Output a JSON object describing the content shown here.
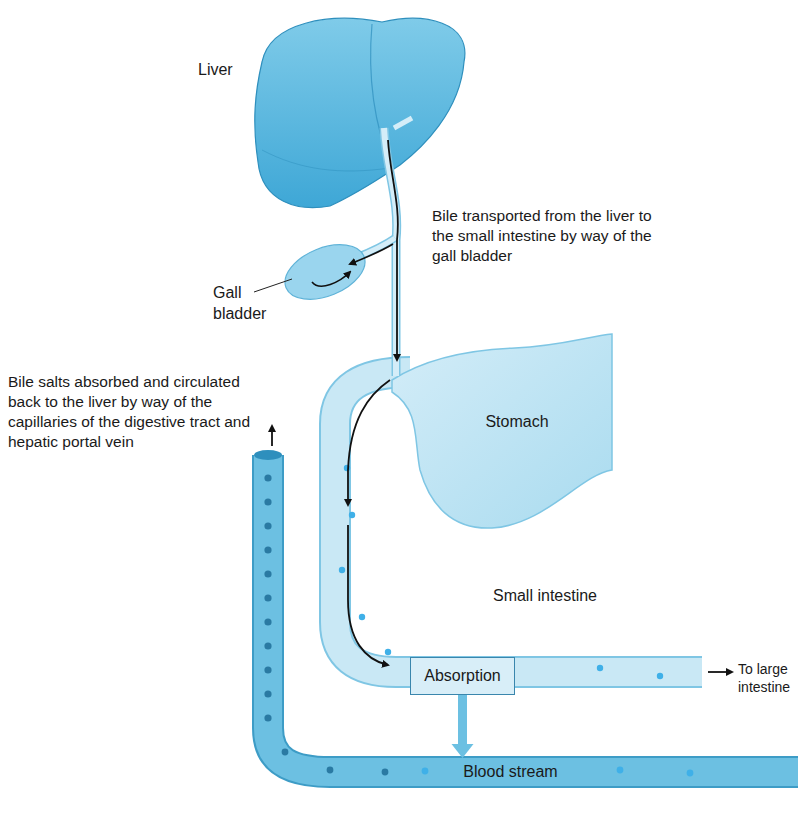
{
  "diagram": {
    "nodes": [
      {
        "text": [
          "Absorption"
        ]
      },
      {
        "text": [
          "Blood stream"
        ]
      }
    ],
    "edges": [
      {
        "from": 0,
        "to": 1,
        "arrow": "to"
      }
    ],
    "labels": [
      "Liver",
      "Gall bladder",
      "Bile transported from the liver to the small intestine by way of the gall bladder",
      "Bile salts absorbed and circulated back to the liver by way of the capillaries of the digestive tract and hepatic portal vein",
      "Stomach",
      "Small intestine",
      "To large intestine"
    ]
  }
}
